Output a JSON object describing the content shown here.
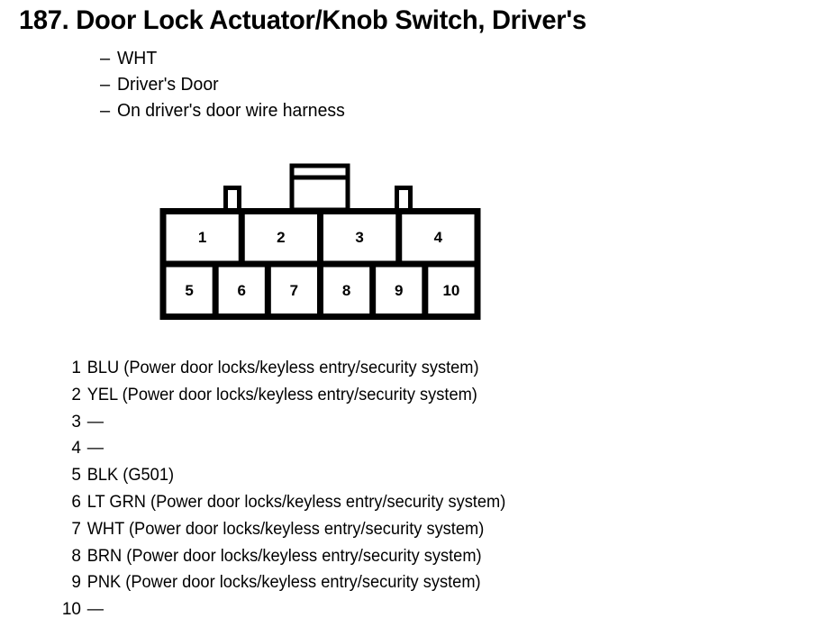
{
  "document": {
    "item_number": "187.",
    "title": "187.  Door Lock Actuator/Knob Switch, Driver's",
    "subtitle_lines": [
      {
        "dash": "–",
        "text": "WHT"
      },
      {
        "dash": "–",
        "text": "Driver's Door"
      },
      {
        "dash": "–",
        "text": "On driver's door wire harness"
      }
    ]
  },
  "connector": {
    "name": "door-lock-actuator-connector",
    "top_row_pins": [
      "1",
      "2",
      "3",
      "4"
    ],
    "bottom_row_pins": [
      "5",
      "6",
      "7",
      "8",
      "9",
      "10"
    ],
    "total_pins": 10,
    "line_color": "#000000",
    "fill_color": "#ffffff"
  },
  "pin_legend": [
    {
      "pin": "1",
      "desc": "BLU (Power door locks/keyless entry/security system)"
    },
    {
      "pin": "2",
      "desc": "YEL (Power door locks/keyless entry/security system)"
    },
    {
      "pin": "3",
      "desc": "—"
    },
    {
      "pin": "4",
      "desc": "—"
    },
    {
      "pin": "5",
      "desc": "BLK (G501)"
    },
    {
      "pin": "6",
      "desc": "LT GRN (Power door locks/keyless entry/security system)"
    },
    {
      "pin": "7",
      "desc": "WHT (Power door locks/keyless entry/security system)"
    },
    {
      "pin": "8",
      "desc": "BRN (Power door locks/keyless entry/security system)"
    },
    {
      "pin": "9",
      "desc": "PNK (Power door locks/keyless entry/security system)"
    },
    {
      "pin": "10",
      "desc": "—"
    }
  ]
}
